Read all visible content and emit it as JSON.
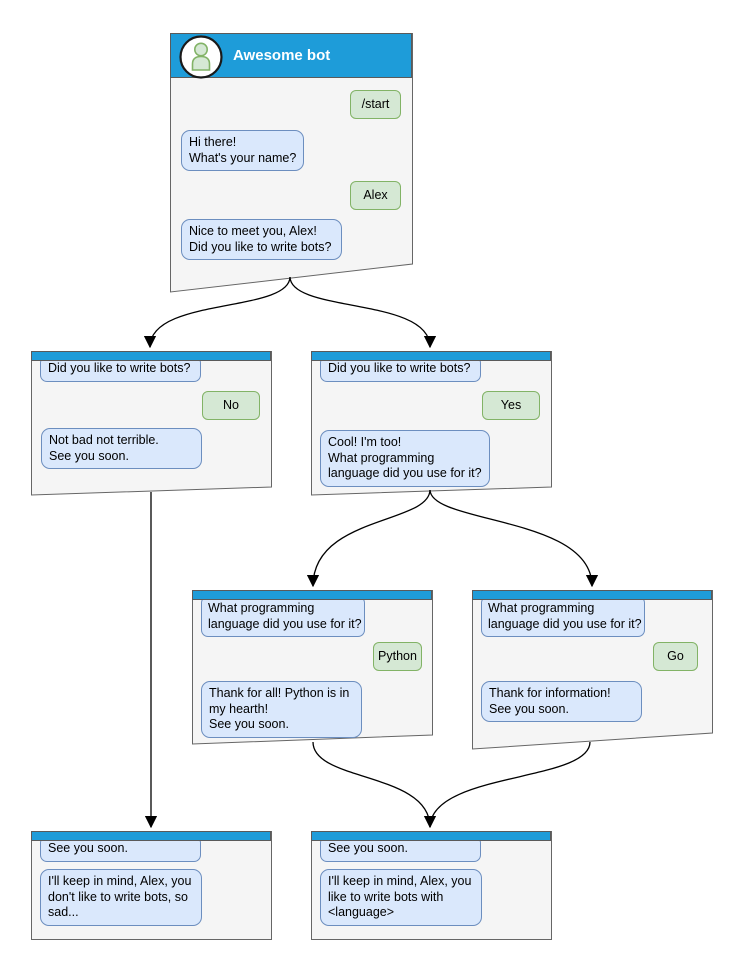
{
  "diagram": {
    "bot_title": "Awesome bot",
    "colors": {
      "header_blue": "#1e9cd9",
      "window_bg": "#f5f5f5",
      "window_border": "#666666",
      "bot_bubble_bg": "#dae8fc",
      "bot_bubble_border": "#6c8ebf",
      "user_bubble_bg": "#d5e8d4",
      "user_bubble_border": "#82b366",
      "arrow": "#000000"
    },
    "icons": {
      "avatar": "person-icon"
    },
    "windows": {
      "main": {
        "title": "Awesome bot",
        "user_start": "/start",
        "bot_greeting": "Hi there!\nWhat's your name?",
        "user_name": "Alex",
        "bot_nice": "Nice to meet you, Alex!\nDid you like to write bots?"
      },
      "no_branch": {
        "question": "Did you like to write bots?",
        "answer": "No",
        "reply": "Not bad not terrible.\nSee you soon."
      },
      "yes_branch": {
        "question": "Did you like to write bots?",
        "answer": "Yes",
        "reply": "Cool! I'm too!\nWhat programming\nlanguage did you use for it?"
      },
      "python_branch": {
        "question": "What programming\nlanguage did you use for it?",
        "answer": "Python",
        "reply": "Thank for all! Python is in\nmy hearth!\nSee you soon."
      },
      "go_branch": {
        "question": "What programming\nlanguage did you use for it?",
        "answer": "Go",
        "reply": "Thank for information!\nSee you soon."
      },
      "end_no": {
        "question": "See you soon.",
        "reply": "I'll keep in mind, Alex, you\ndon't like to write bots, so\nsad..."
      },
      "end_yes": {
        "question": "See you soon.",
        "reply": "I'll keep in mind, Alex, you\nlike to write bots with\n<language>"
      }
    }
  }
}
